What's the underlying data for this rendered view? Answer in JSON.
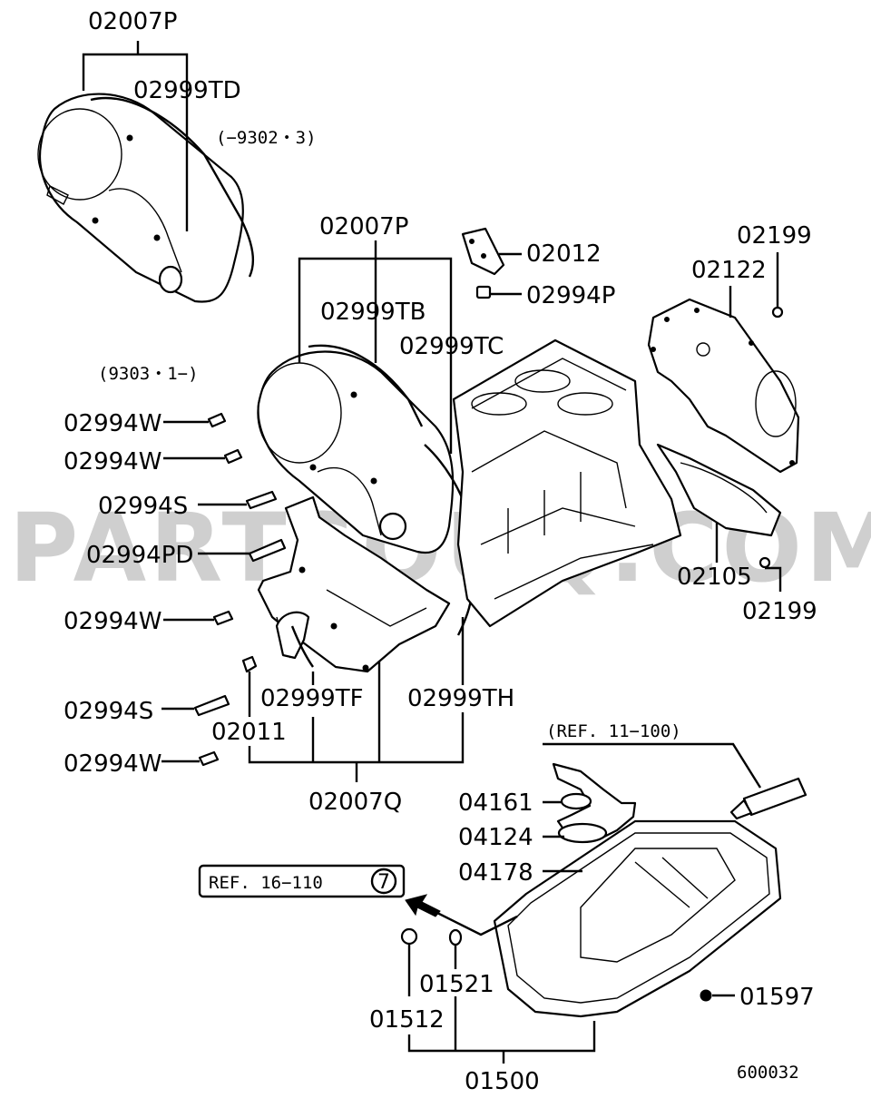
{
  "watermark": "PARTSOUQ.COM",
  "figure_code": "600032",
  "notes": {
    "top_range": "(−9302・3)",
    "mid_range": "(9303・1−)",
    "ref_sealant": "(REF. 11−100)",
    "ref_oil": "REF. 16−110",
    "ref_oil_circle": "7"
  },
  "labels": {
    "p02007P_top": "02007P",
    "p02999TD": "02999TD",
    "p02007P_mid": "02007P",
    "p02999TB": "02999TB",
    "p02999TC": "02999TC",
    "p02012": "02012",
    "p02994P": "02994P",
    "p02199_top": "02199",
    "p02122": "02122",
    "p02994W_1": "02994W",
    "p02994W_2": "02994W",
    "p02994S_1": "02994S",
    "p02994PD": "02994PD",
    "p02994W_3": "02994W",
    "p02105": "02105",
    "p02199_bot": "02199",
    "p02999TF": "02999TF",
    "p02999TH": "02999TH",
    "p02994S_2": "02994S",
    "p02011": "02011",
    "p02994W_4": "02994W",
    "p02007Q": "02007Q",
    "p04161": "04161",
    "p04124": "04124",
    "p04178": "04178",
    "p01521": "01521",
    "p01597": "01597",
    "p01512": "01512",
    "p01500": "01500"
  }
}
